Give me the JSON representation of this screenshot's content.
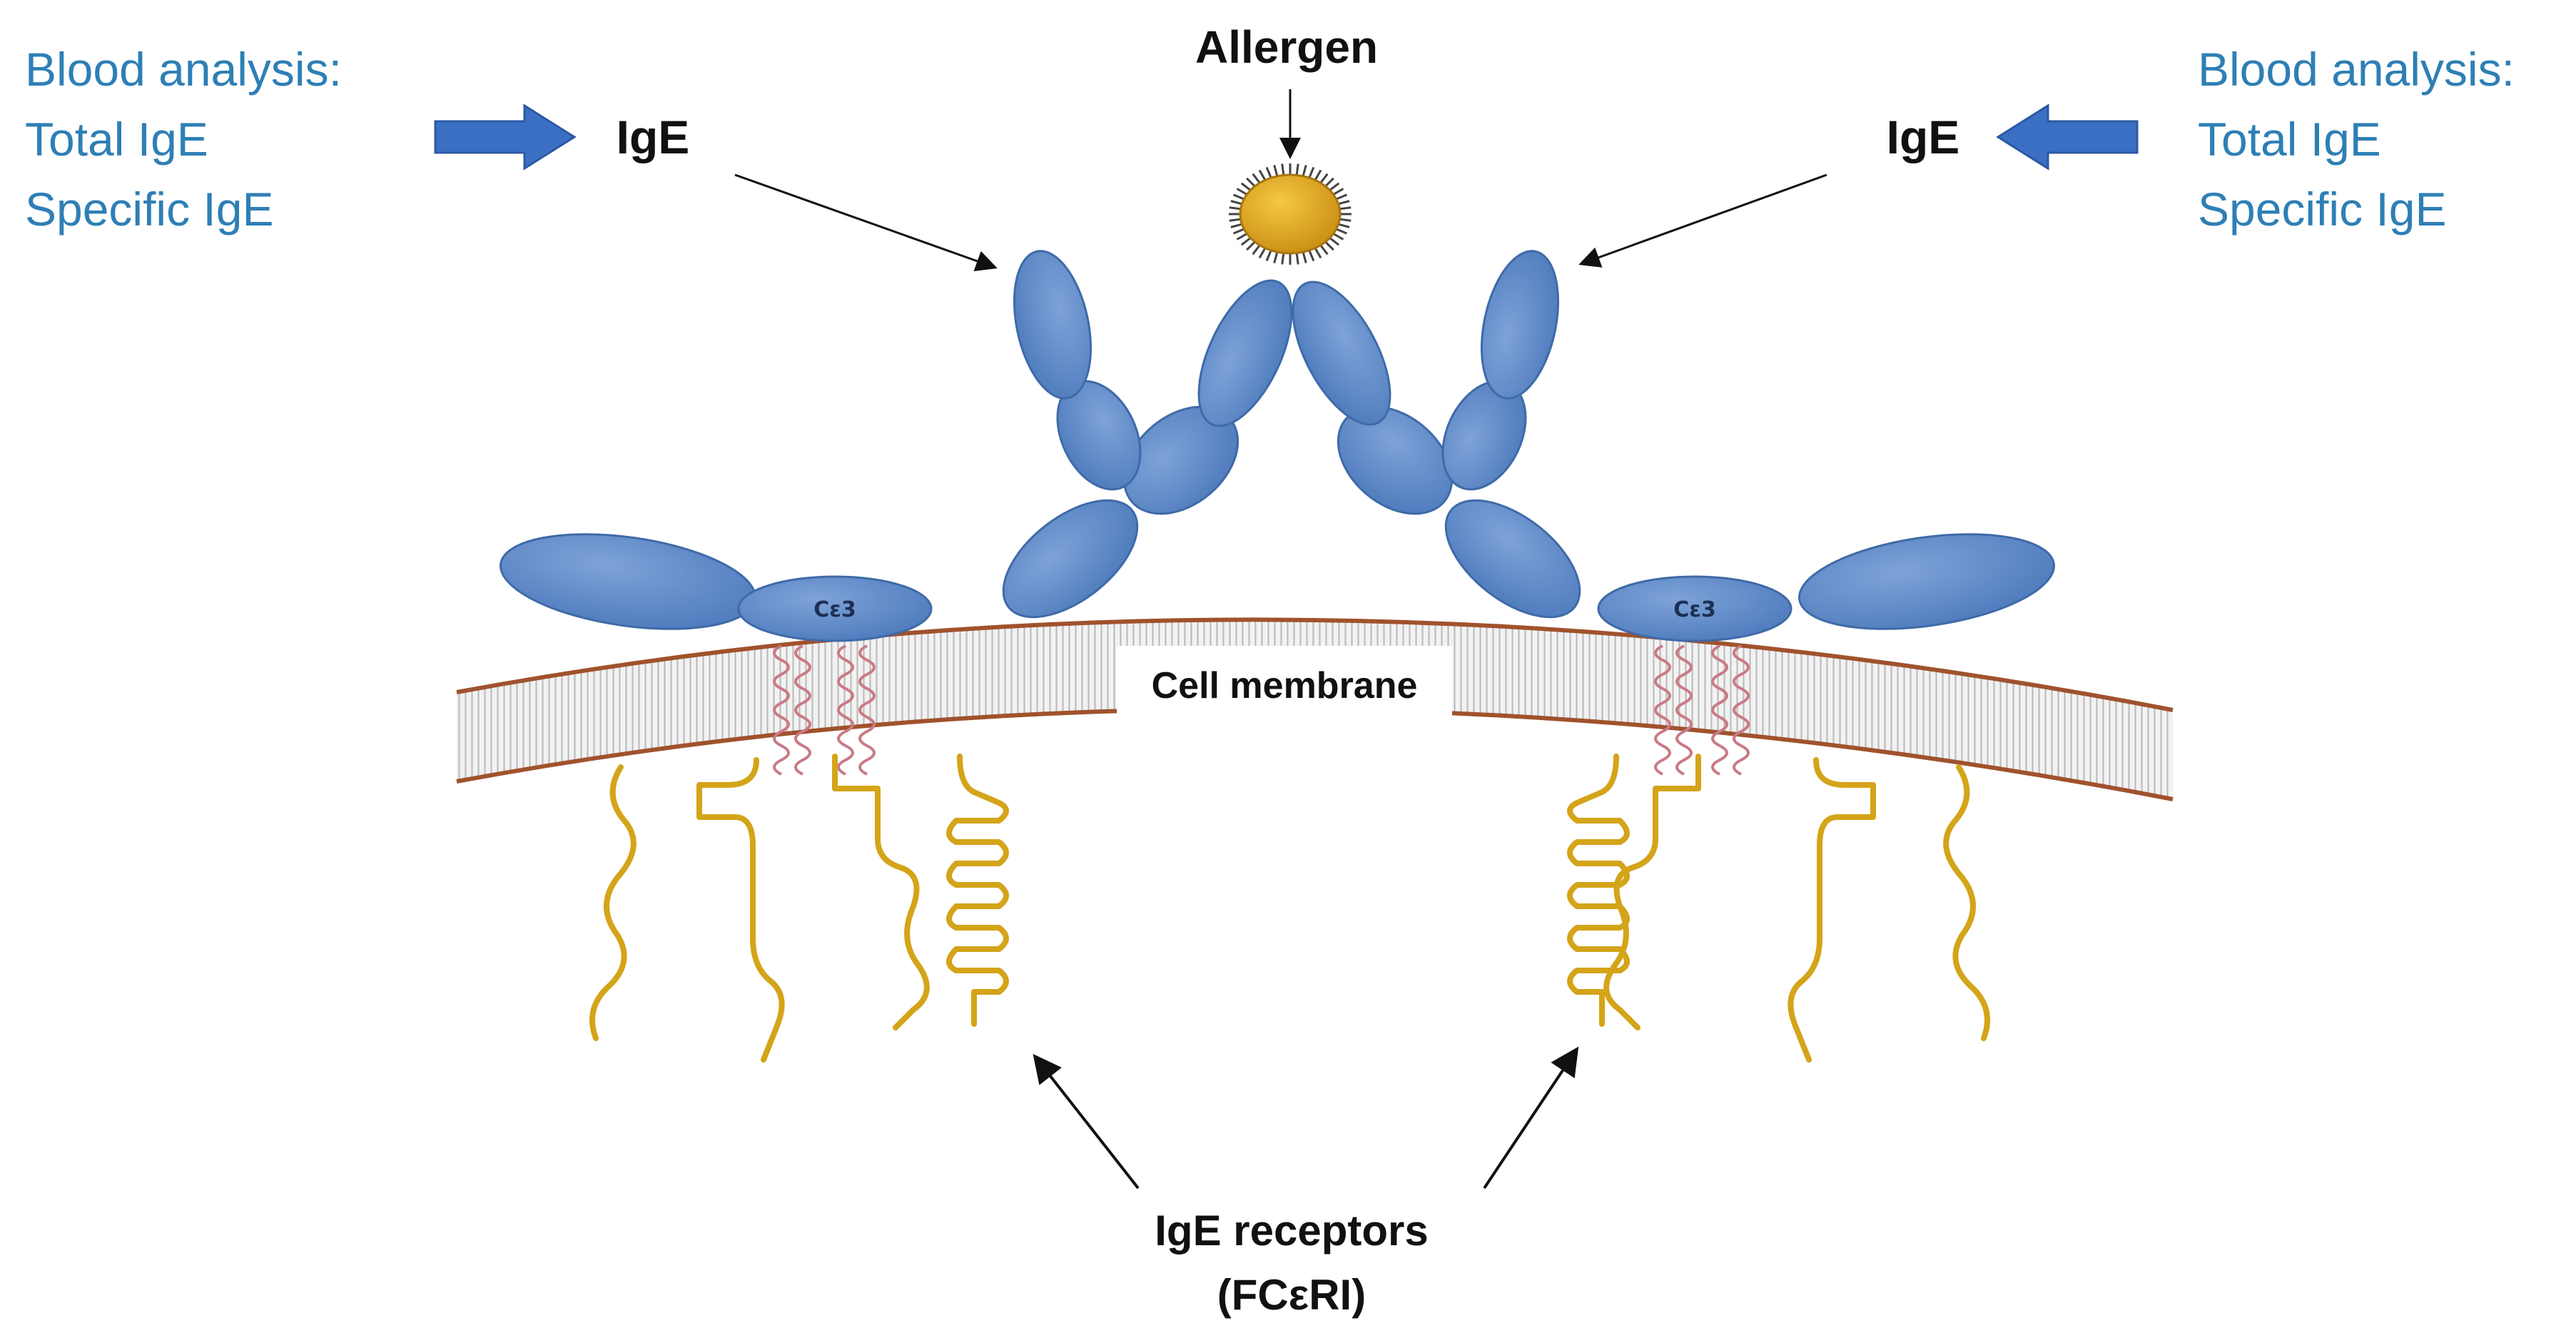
{
  "labels": {
    "allergen": "Allergen",
    "ige_left": "IgE",
    "ige_right": "IgE",
    "cell_membrane": "Cell membrane",
    "ce3_left": "Cε3",
    "ce3_right": "Cε3",
    "receptors_line1": "IgE receptors",
    "receptors_line2": "(FCεRI)"
  },
  "blood_analysis_left": {
    "title": "Blood analysis:",
    "line1": "Total IgE",
    "line2": "Specific IgE"
  },
  "blood_analysis_right": {
    "title": "Blood analysis:",
    "line1": "Total IgE",
    "line2": "Specific IgE"
  },
  "colors": {
    "antibody": "#5b86c5",
    "antibody_stroke": "#3f6aa8",
    "allergen": "#e0a51e",
    "receptor_chain": "#d4a419",
    "membrane_line": "#a0522d",
    "helix": "#c97a86",
    "label_blue": "#2e7fb5",
    "arrow_blue": "#3b6fc4"
  }
}
